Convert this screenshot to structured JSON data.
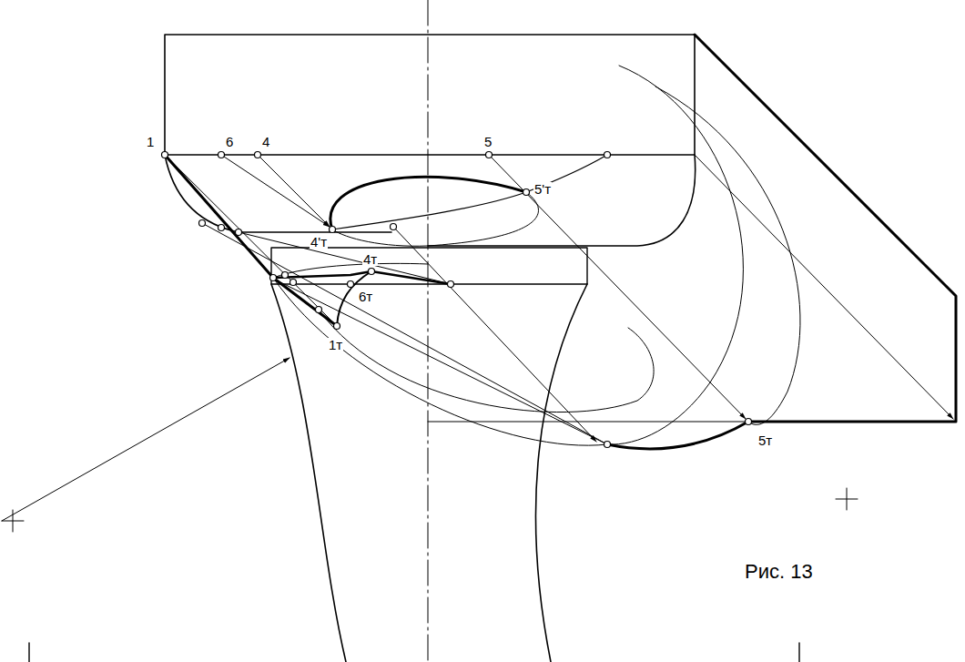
{
  "diagram": {
    "caption": "Рис. 13",
    "labels": [
      "1",
      "6",
      "4",
      "5",
      "4'т",
      "5'т",
      "4т",
      "6т",
      "1т",
      "5т"
    ]
  }
}
